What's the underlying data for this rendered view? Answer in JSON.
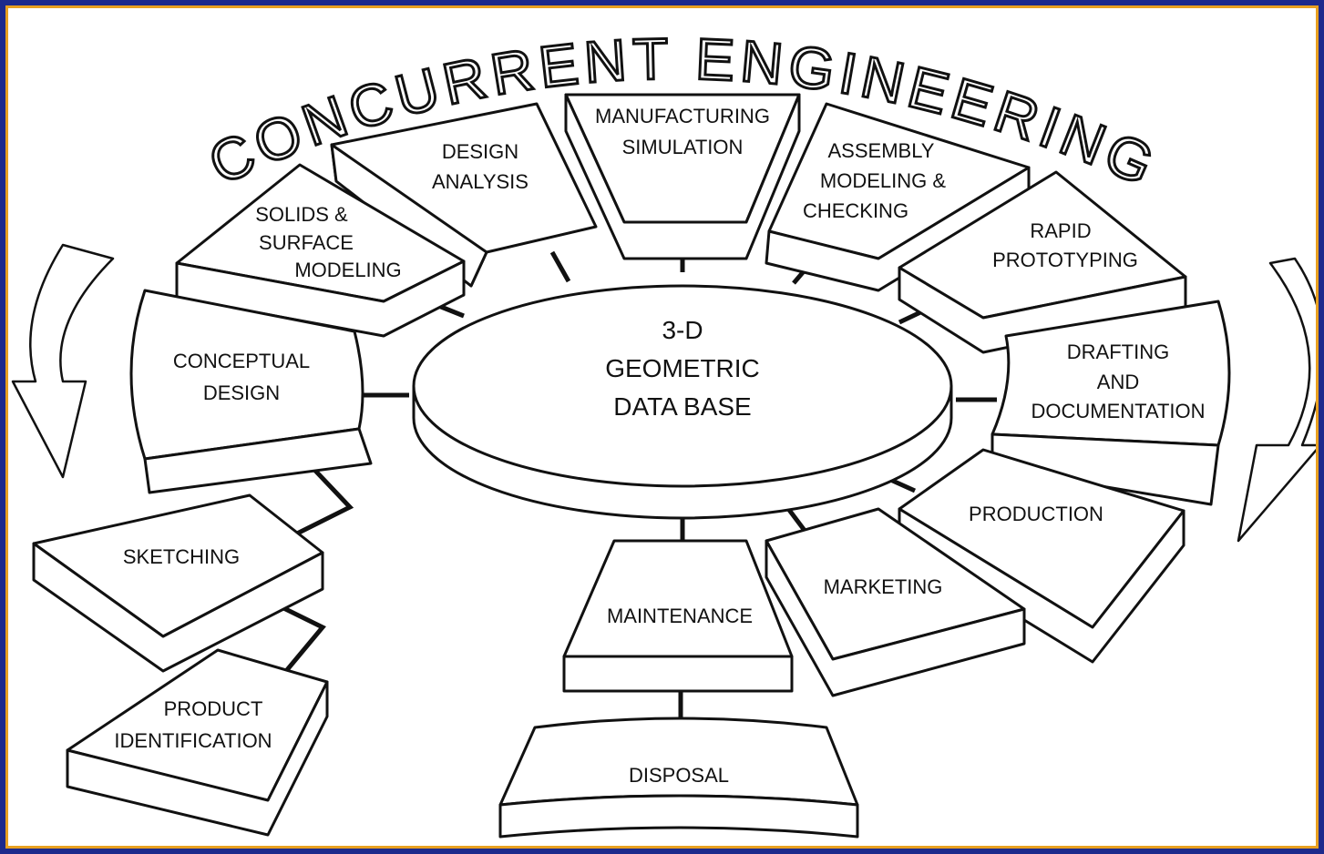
{
  "title": "CONCURRENT ENGINEERING",
  "center": {
    "line1": "3-D",
    "line2": "GEOMETRIC",
    "line3": "DATA BASE"
  },
  "blocks": {
    "conceptual_design": [
      "CONCEPTUAL",
      "DESIGN"
    ],
    "solids_surface": [
      "SOLIDS &",
      "SURFACE",
      "MODELING"
    ],
    "design_analysis": [
      "DESIGN",
      "ANALYSIS"
    ],
    "manufacturing_simulation": [
      "MANUFACTURING",
      "SIMULATION"
    ],
    "assembly_modeling": [
      "ASSEMBLY",
      "MODELING &",
      "CHECKING"
    ],
    "rapid_prototyping": [
      "RAPID",
      "PROTOTYPING"
    ],
    "drafting_documentation": [
      "DRAFTING",
      "AND",
      "DOCUMENTATION"
    ],
    "production": [
      "PRODUCTION"
    ],
    "marketing": [
      "MARKETING"
    ],
    "maintenance": [
      "MAINTENANCE"
    ],
    "disposal": [
      "DISPOSAL"
    ],
    "sketching": [
      "SKETCHING"
    ],
    "product_identification": [
      "PRODUCT",
      "IDENTIFICATION"
    ]
  },
  "colors": {
    "frame": "#1d2a8c",
    "border": "#e8a020",
    "ink": "#111111",
    "paper": "#ffffff"
  }
}
